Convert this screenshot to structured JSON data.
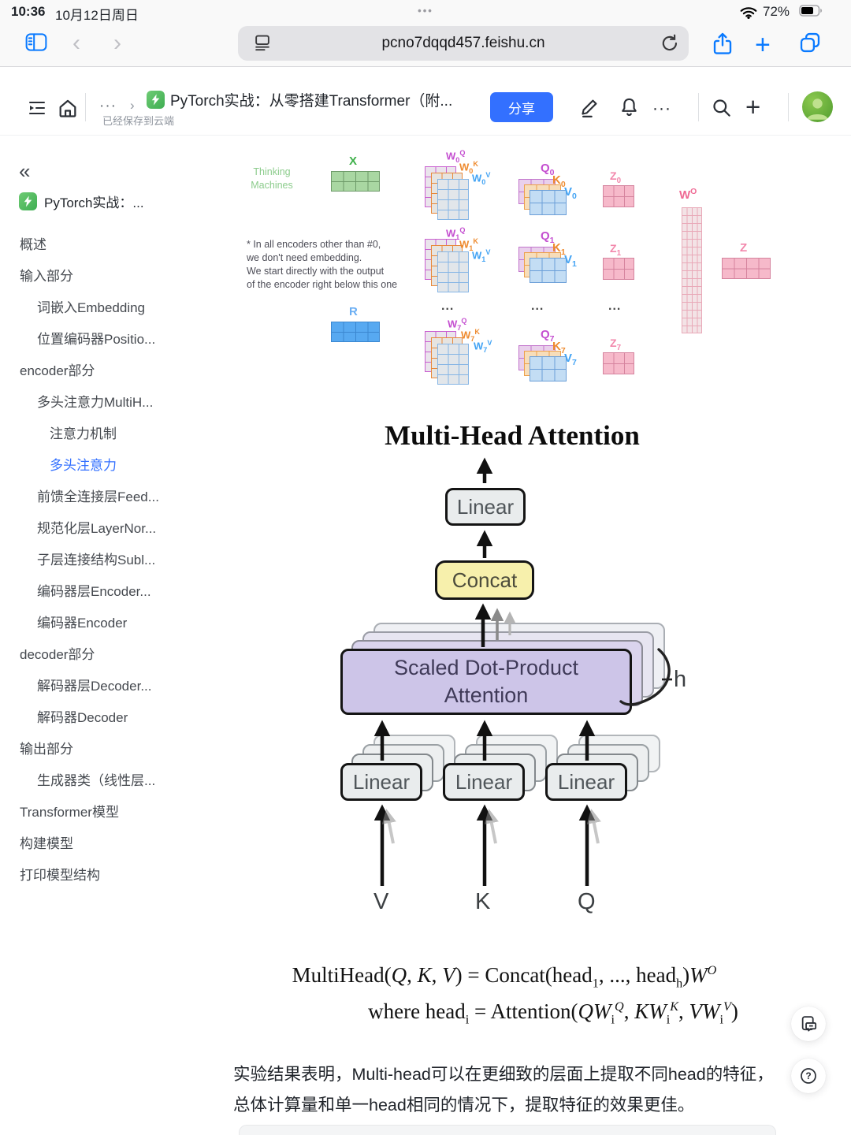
{
  "status_bar": {
    "time": "10:36",
    "date": "10月12日周日",
    "handle": "•••",
    "battery_percent": "72%"
  },
  "browser_bar": {
    "url": "pcno7dqqd457.feishu.cn"
  },
  "doc_header": {
    "breadcrumb_more": "···",
    "breadcrumb_chevron": "›",
    "title": "PyTorch实战：从零搭建Transformer（附...",
    "saved_status": "已经保存到云端",
    "share_label": "分享",
    "more_dots": "···"
  },
  "sidebar": {
    "collapse": "«",
    "doc_title": "PyTorch实战：...",
    "items": [
      {
        "label": "概述",
        "level": 1,
        "active": false
      },
      {
        "label": "输入部分",
        "level": 1,
        "active": false
      },
      {
        "label": "词嵌入Embedding",
        "level": 2,
        "active": false
      },
      {
        "label": "位置编码器Positio...",
        "level": 2,
        "active": false
      },
      {
        "label": "encoder部分",
        "level": 1,
        "active": false
      },
      {
        "label": "多头注意力MultiH...",
        "level": 2,
        "active": false
      },
      {
        "label": "注意力机制",
        "level": 3,
        "active": false
      },
      {
        "label": "多头注意力",
        "level": 3,
        "active": true
      },
      {
        "label": "前馈全连接层Feed...",
        "level": 2,
        "active": false
      },
      {
        "label": "规范化层LayerNor...",
        "level": 2,
        "active": false
      },
      {
        "label": "子层连接结构Subl...",
        "level": 2,
        "active": false
      },
      {
        "label": "编码器层Encoder...",
        "level": 2,
        "active": false
      },
      {
        "label": "编码器Encoder",
        "level": 2,
        "active": false
      },
      {
        "label": "decoder部分",
        "level": 1,
        "active": false
      },
      {
        "label": "解码器层Decoder...",
        "level": 2,
        "active": false
      },
      {
        "label": "解码器Decoder",
        "level": 2,
        "active": false
      },
      {
        "label": "输出部分",
        "level": 1,
        "active": false
      },
      {
        "label": "生成器类（线性层...",
        "level": 2,
        "active": false
      },
      {
        "label": "Transformer模型",
        "level": 1,
        "active": false
      },
      {
        "label": "构建模型",
        "level": 1,
        "active": false
      },
      {
        "label": "打印模型结构",
        "level": 1,
        "active": false
      }
    ]
  },
  "weights_diagram": {
    "brand_line1": "Thinking",
    "brand_line2": "Machines",
    "x_label": "X",
    "r_label": "R",
    "note_line1": "* In all encoders other than #0,",
    "note_line2": "we don't need embedding.",
    "note_line3": "We start directly with the output",
    "note_line4": "of the encoder right below this one",
    "w0q": "W_{0}^{Q}",
    "w0k": "W_{0}^{K}",
    "w0v": "W_{0}^{V}",
    "w1q": "W_{1}^{Q}",
    "w1k": "W_{1}^{K}",
    "w1v": "W_{1}^{V}",
    "w7q": "W_{7}^{Q}",
    "w7k": "W_{7}^{K}",
    "w7v": "W_{7}^{V}",
    "q0": "Q_{0}",
    "k0": "K_{0}",
    "v0": "V_{0}",
    "q1": "Q_{1}",
    "k1": "K_{1}",
    "v1": "V_{1}",
    "q7": "Q_{7}",
    "k7": "K_{7}",
    "v7": "V_{7}",
    "z0": "Z_{0}",
    "z1": "Z_{1}",
    "z7": "Z_{7}",
    "wo": "W^{O}",
    "z_final": "Z",
    "ellipsis": "..."
  },
  "mha_figure": {
    "title": "Multi-Head Attention",
    "linear_top": "Linear",
    "concat": "Concat",
    "sdpa_line1": "Scaled Dot-Product",
    "sdpa_line2": "Attention",
    "h_label": "h",
    "linear_v": "Linear",
    "linear_k": "Linear",
    "linear_q": "Linear",
    "v_label": "V",
    "k_label": "K",
    "q_label": "Q"
  },
  "formula": {
    "line1": "MultiHead(*Q*, *K*, *V*) = Concat(head_{1}, ..., head_{h})*W*^{*O*}",
    "line2": "where head_{i} = Attention(*QW*_{i}^{*Q*}, *KW*_{i}^{*K*}, *VW*_{i}^{*V*})"
  },
  "paragraph": "实验结果表明，Multi-head可以在更细致的层面上提取不同head的特征，总体计算量和单一head相同的情况下，提取特征的效果更佳。",
  "colors": {
    "accent_blue": "#3370ff",
    "safari_blue": "#0a7aff",
    "toc_active": "#3370ff",
    "matrix_green": "#a9d7a2",
    "matrix_blue": "#57a9f1",
    "matrix_pink": "#f6b9ca",
    "sdpa_purple": "#cdc5e8",
    "concat_yellow": "#f7f0ac",
    "linear_grey": "#e9eced",
    "doc_icon_green": "#3fae52"
  }
}
